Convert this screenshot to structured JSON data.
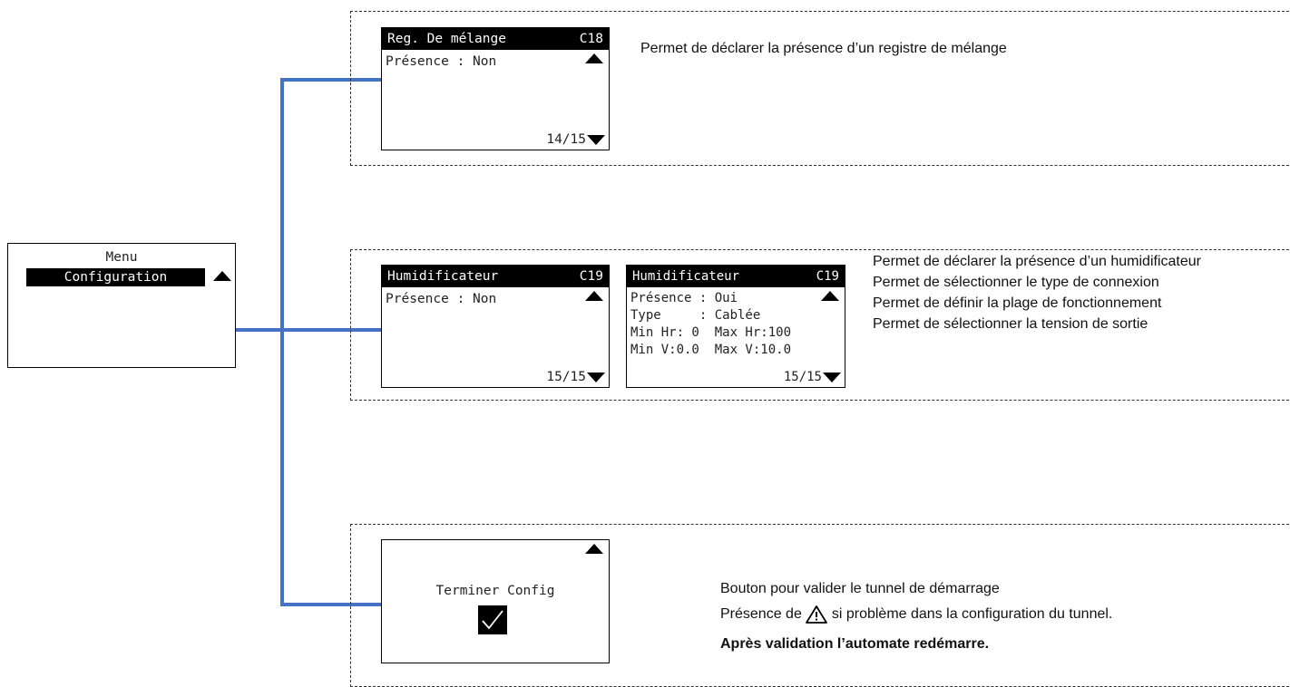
{
  "menu_screen": {
    "title": "Menu",
    "selected_item": "Configuration"
  },
  "sections": [
    {
      "screens": [
        {
          "header_title": "Reg. De mélange",
          "header_code": "C18",
          "lines": [
            "Présence : Non"
          ],
          "page": "14/15"
        }
      ],
      "description": [
        "Permet de déclarer la présence d’un registre de mélange"
      ]
    },
    {
      "screens": [
        {
          "header_title": "Humidificateur",
          "header_code": "C19",
          "lines": [
            "Présence : Non"
          ],
          "page": "15/15"
        },
        {
          "header_title": "Humidificateur",
          "header_code": "C19",
          "lines": [
            "Présence : Oui",
            "Type     : Cablée",
            "Min Hr: 0  Max Hr:100",
            "Min V:0.0  Max V:10.0"
          ],
          "page": "15/15"
        }
      ],
      "description": [
        "Permet de déclarer la présence d’un humidificateur",
        "Permet de sélectionner le type de connexion",
        "Permet de définir la plage de fonctionnement",
        "Permet de sélectionner la tension de sortie"
      ]
    },
    {
      "screens": [
        {
          "label": "Terminer Config",
          "icon": "checkmark-icon"
        }
      ],
      "description": [
        "Bouton pour valider le tunnel de démarrage",
        "Présence de",
        "si problème dans la configuration du tunnel.",
        "Après validation l’automate redémarre."
      ],
      "warning_icon": "warning-triangle-icon"
    }
  ],
  "colors": {
    "connector": "#4472C4",
    "lcd_header": "#000000"
  }
}
